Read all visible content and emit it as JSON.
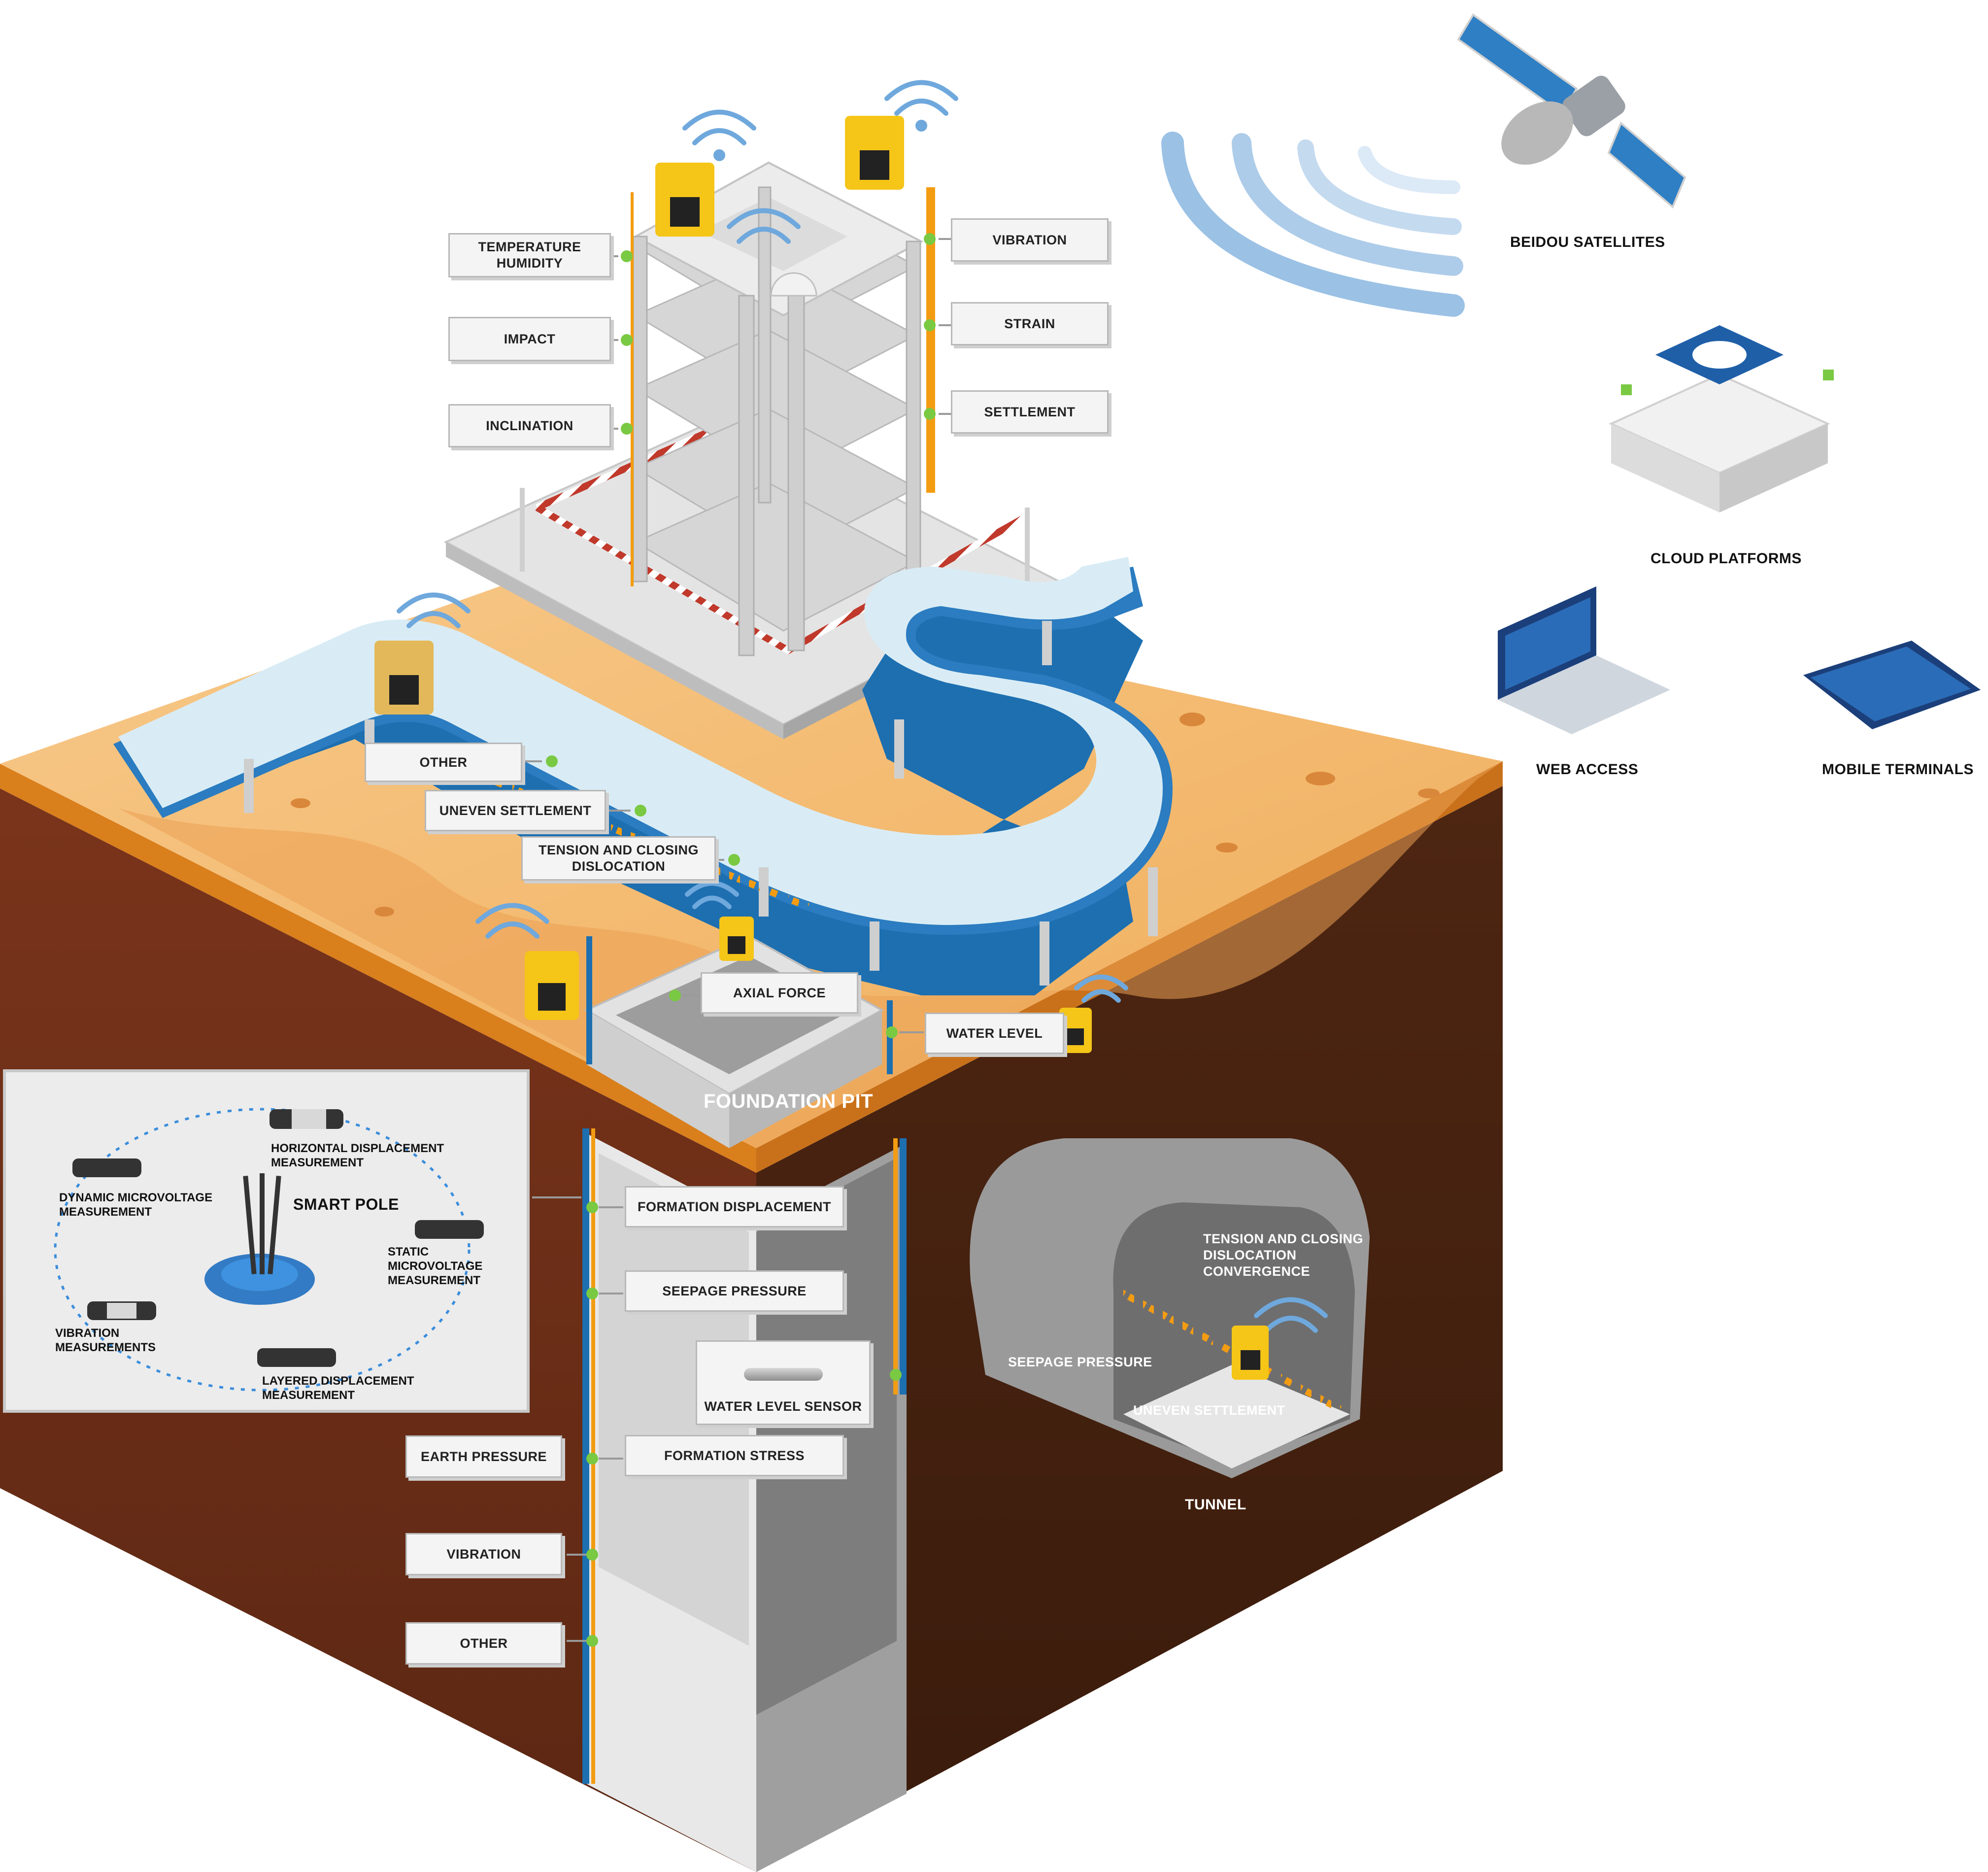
{
  "building": {
    "temperature_humidity": "TEMPERATURE\nHUMIDITY",
    "impact": "IMPACT",
    "inclination": "INCLINATION",
    "vibration": "VIBRATION",
    "strain": "STRAIN",
    "settlement": "SETTLEMENT"
  },
  "viaduct": {
    "other": "OTHER",
    "uneven_settlement": "UNEVEN SETTLEMENT",
    "tension_closing": "TENSION AND CLOSING\nDISLOCATION"
  },
  "pit": {
    "axial_force": "AXIAL FORCE",
    "water_level": "WATER LEVEL",
    "title": "FOUNDATION PIT",
    "formation_displacement": "FORMATION DISPLACEMENT",
    "seepage_pressure": "SEEPAGE PRESSURE",
    "water_level_sensor": "WATER LEVEL SENSOR",
    "formation_stress": "FORMATION STRESS",
    "earth_pressure": "EARTH PRESSURE",
    "vibration": "VIBRATION",
    "other": "OTHER"
  },
  "smart_pole": {
    "title": "SMART POLE",
    "horizontal": "HORIZONTAL DISPLACEMENT\nMEASUREMENT",
    "dynamic": "DYNAMIC MICROVOLTAGE\nMEASUREMENT",
    "static": "STATIC MICROVOLTAGE\nMEASUREMENT",
    "vibration": "VIBRATION\nMEASUREMENTS",
    "layered": "LAYERED DISPLACEMENT\nMEASUREMENT"
  },
  "tunnel": {
    "title": "TUNNEL",
    "tension": "TENSION AND CLOSING\nDISLOCATION\nCONVERGENCE",
    "seepage": "SEEPAGE PRESSURE",
    "uneven": "UNEVEN SETTLEMENT"
  },
  "right_panel": {
    "beidou": "BEIDOU SATELLITES",
    "cloud": "CLOUD PLATFORMS",
    "web": "WEB ACCESS",
    "mobile": "MOBILE TERMINALS"
  },
  "colors": {
    "soil_top": "#f3b86a",
    "soil_edge": "#e08a1e",
    "underground_left": "#6b2e18",
    "underground_right": "#4a2410",
    "water_blue": "#1d6fb0",
    "road_light": "#d9ecf5",
    "sensor_yellow": "#f5c518",
    "sensor_green": "#7ac943",
    "signal_blue": "#6fa8dc"
  },
  "icons": [
    "wifi-icon",
    "sensor-device-icon",
    "satellite-icon",
    "cloud-server-icon",
    "laptop-icon",
    "tablet-icon",
    "water-level-sensor-icon"
  ]
}
